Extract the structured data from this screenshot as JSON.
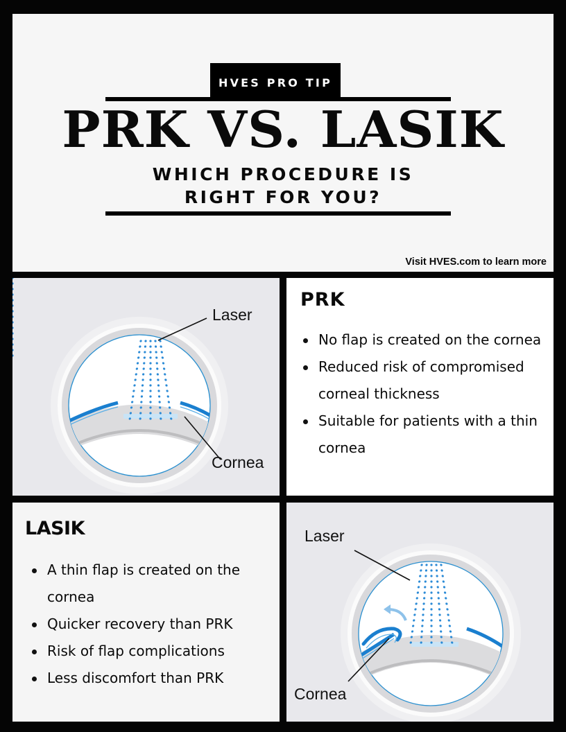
{
  "header": {
    "badge": "HVES PRO TIP",
    "title": "PRK VS. LASIK",
    "subtitle_line1": "WHICH PROCEDURE IS",
    "subtitle_line2": "RIGHT FOR YOU?",
    "visit_link": "Visit HVES.com to learn more"
  },
  "prk": {
    "heading": "PRK",
    "bullets": [
      "No flap is created on the cornea",
      "Reduced risk of compromised corneal thickness",
      "Suitable for patients with a thin cornea"
    ],
    "diagram": {
      "laser_label": "Laser",
      "cornea_label": "Cornea"
    }
  },
  "lasik": {
    "heading": "LASIK",
    "bullets": [
      "A thin flap is created on the cornea",
      "Quicker recovery than PRK",
      "Risk of flap complications",
      "Less discomfort than PRK"
    ],
    "diagram": {
      "laser_label": "Laser",
      "cornea_label": "Cornea"
    }
  },
  "colors": {
    "background": "#050505",
    "panel_light": "#f6f6f6",
    "diagram_bg": "#e8e8ec",
    "accent_blue": "#1a7fcf",
    "laser_dot": "#2a8ad6"
  }
}
